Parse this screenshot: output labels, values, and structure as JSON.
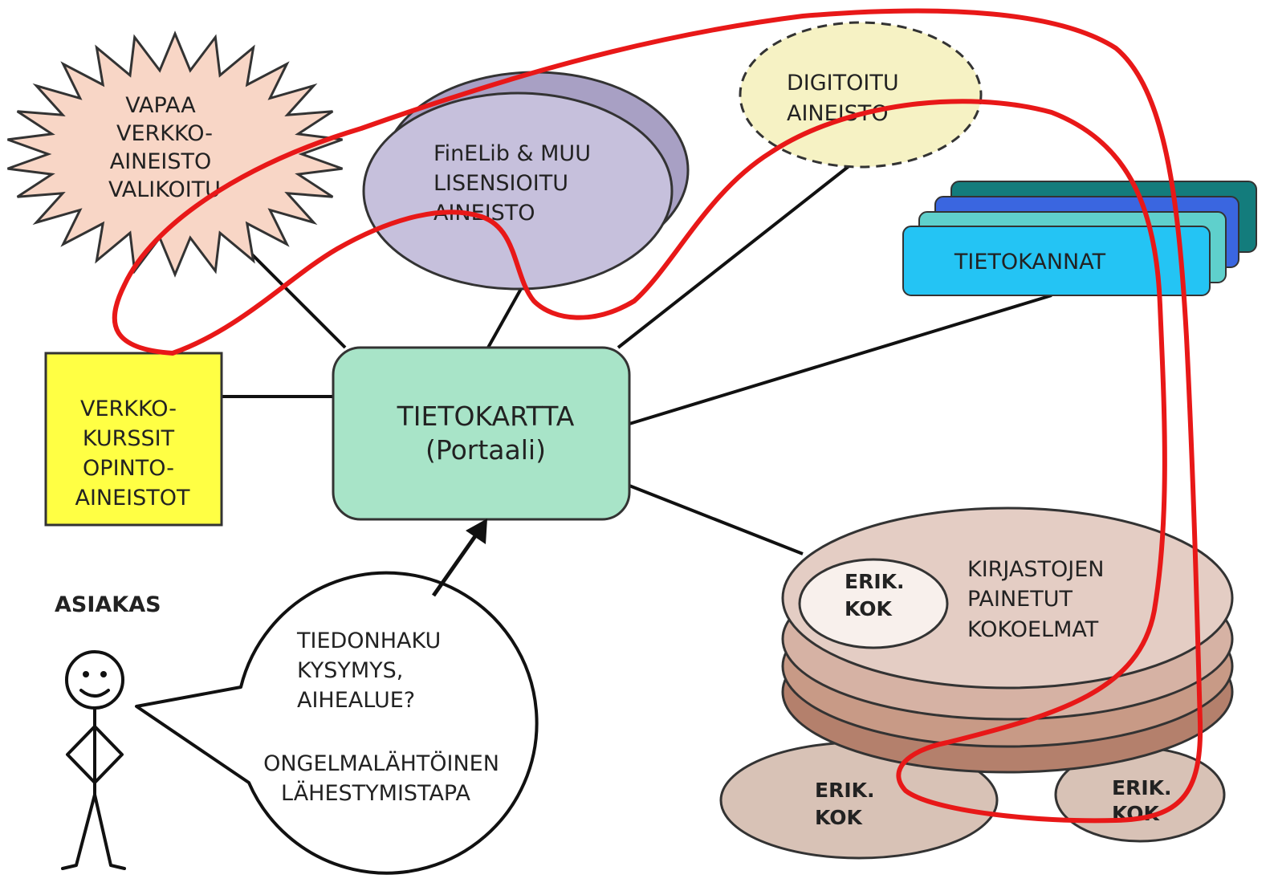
{
  "nodes": {
    "vapaa": {
      "lines": [
        "VAPAA",
        "VERKKO-",
        "AINEISTO",
        "VALIKOITU"
      ]
    },
    "finelib": {
      "lines": [
        "FinELib & MUU",
        "LISENSIOITU",
        "AINEISTO"
      ]
    },
    "digitoitu": {
      "lines": [
        "DIGITOITU",
        "AINEISTO"
      ]
    },
    "tietokannat": {
      "label": "TIETOKANNAT"
    },
    "verkkokurssit": {
      "lines": [
        "VERKKO-",
        "KURSSIT",
        "OPINTO-",
        "AINEISTOT"
      ]
    },
    "tietokartta": {
      "lines": [
        "TIETOKARTTA",
        "(Portaali)"
      ]
    },
    "kirjastojen": {
      "lines": [
        "KIRJASTOJEN",
        "PAINETUT",
        "KOKOELMAT"
      ]
    },
    "erik_top": {
      "lines": [
        "ERIK.",
        "KOK"
      ]
    },
    "erik_left": {
      "lines": [
        "ERIK.",
        "KOK"
      ]
    },
    "erik_right": {
      "lines": [
        "ERIK.",
        "KOK"
      ]
    },
    "asiakas": {
      "label": "ASIAKAS"
    },
    "speech": {
      "lines": [
        "TIEDONHAKU",
        "KYSYMYS,",
        "AIHEALUE?",
        "",
        "ONGELMALÄHTÖINEN",
        "LÄHESTYMISTAPA"
      ]
    }
  },
  "colors": {
    "vapaa_fill": "#f8d6c6",
    "finelib_back": "#a8a0c4",
    "finelib_front": "#c6c0dc",
    "digitoitu_fill": "#f6f2c4",
    "verkkokurssit_fill": "#ffff44",
    "tietokartta_fill": "#a8e4c8",
    "tietokannat_layers": [
      "#137c7c",
      "#3a66e0",
      "#5fd0cc",
      "#24c4f4"
    ],
    "kirjastojen_layers": [
      "#b4806c",
      "#c89a86",
      "#d6b2a4",
      "#e4cdc4"
    ],
    "erik_fill": "#d8c2b6",
    "erik_top_fill": "#f8f0ec",
    "highlight": "#e81818"
  }
}
